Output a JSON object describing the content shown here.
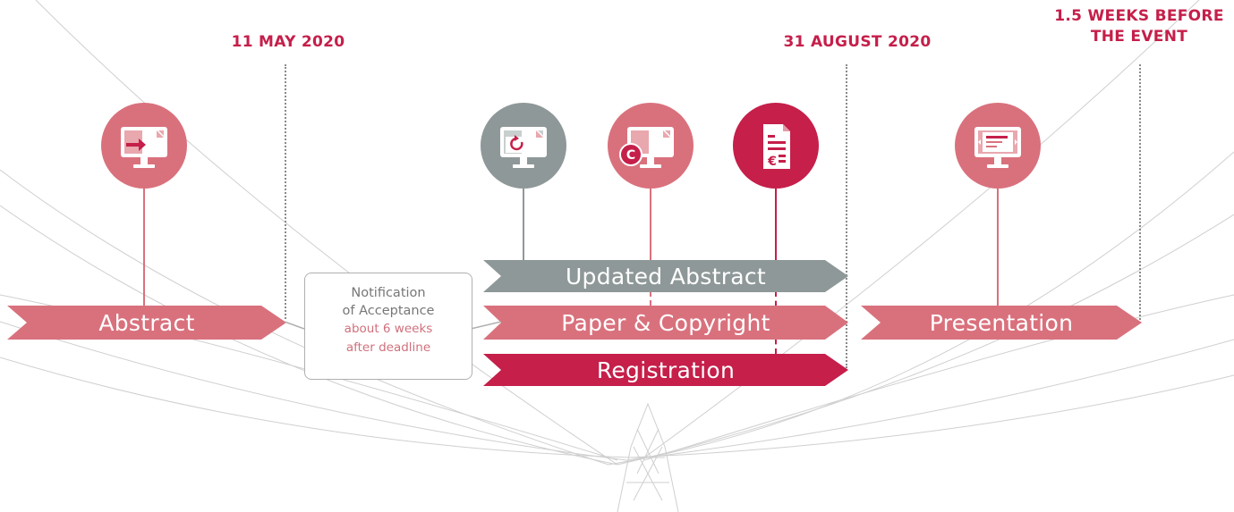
{
  "colors": {
    "pink": "#d9717d",
    "crimson": "#c51f4a",
    "gray": "#8f9898",
    "deadline_text": "#c51f4a",
    "notif_sub": "#d0707c"
  },
  "deadlines": {
    "d1": "11 MAY 2020",
    "d2": "31 AUGUST 2020",
    "d3_line1": "1.5 WEEKS BEFORE",
    "d3_line2": "THE EVENT"
  },
  "steps": {
    "abstract": "Abstract",
    "updated_abstract": "Updated Abstract",
    "paper_copyright": "Paper & Copyright",
    "registration": "Registration",
    "presentation": "Presentation"
  },
  "notification": {
    "line1": "Notification",
    "line2": "of Acceptance",
    "line3": "about 6 weeks",
    "line4": "after deadline"
  },
  "icons": {
    "abstract": "monitor-arrow-icon",
    "updated_abstract": "monitor-refresh-icon",
    "paper_copyright": "monitor-copyright-icon",
    "registration": "invoice-euro-icon",
    "presentation": "monitor-presentation-icon"
  }
}
